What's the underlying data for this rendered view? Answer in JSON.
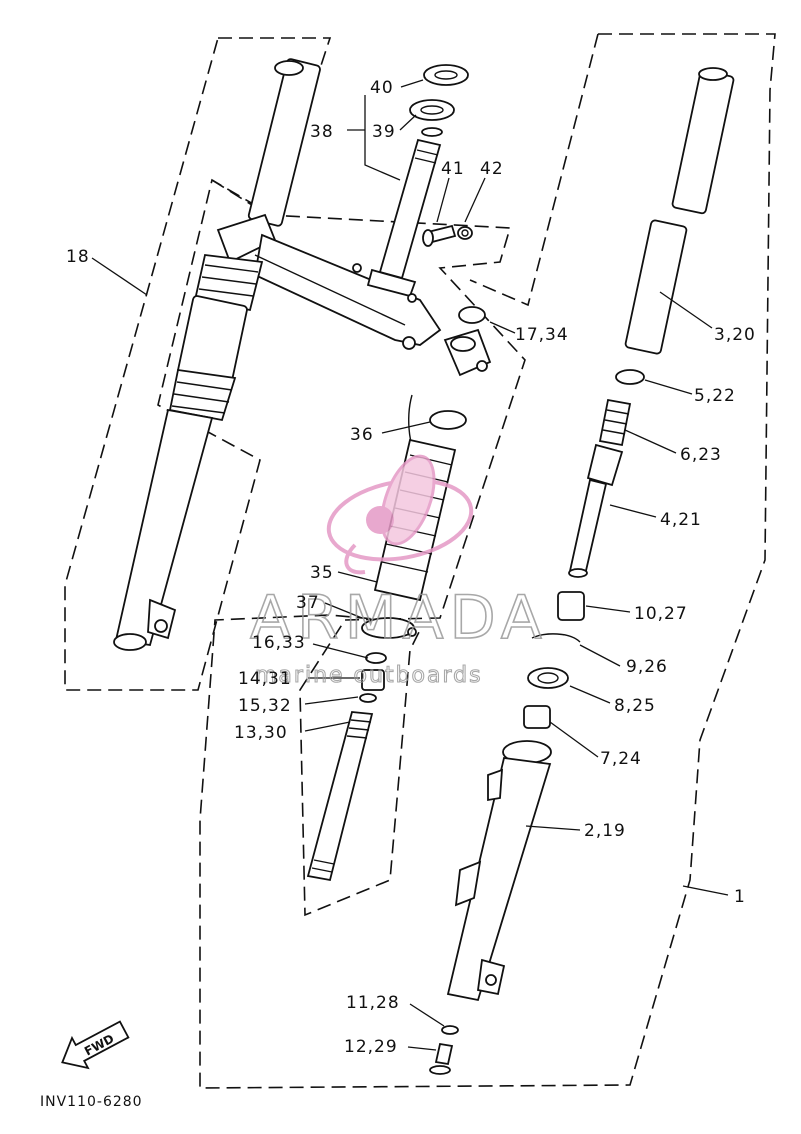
{
  "diagram": {
    "code": "INV110-6280",
    "fwd_label": "FWD",
    "watermark": {
      "brand": "ARMADA",
      "tagline": "marine outboards"
    },
    "callouts": {
      "c1": "1",
      "c18": "18",
      "c40": "40",
      "c39": "39",
      "c38": "38",
      "c41": "41",
      "c42": "42",
      "c17_34": "17,34",
      "c3_20": "3,20",
      "c5_22": "5,22",
      "c6_23": "6,23",
      "c4_21": "4,21",
      "c36": "36",
      "c35": "35",
      "c37": "37",
      "c16_33": "16,33",
      "c14_31": "14,31",
      "c15_32": "15,32",
      "c13_30": "13,30",
      "c10_27": "10,27",
      "c9_26": "9,26",
      "c8_25": "8,25",
      "c7_24": "7,24",
      "c2_19": "2,19",
      "c11_28": "11,28",
      "c12_29": "12,29"
    }
  }
}
